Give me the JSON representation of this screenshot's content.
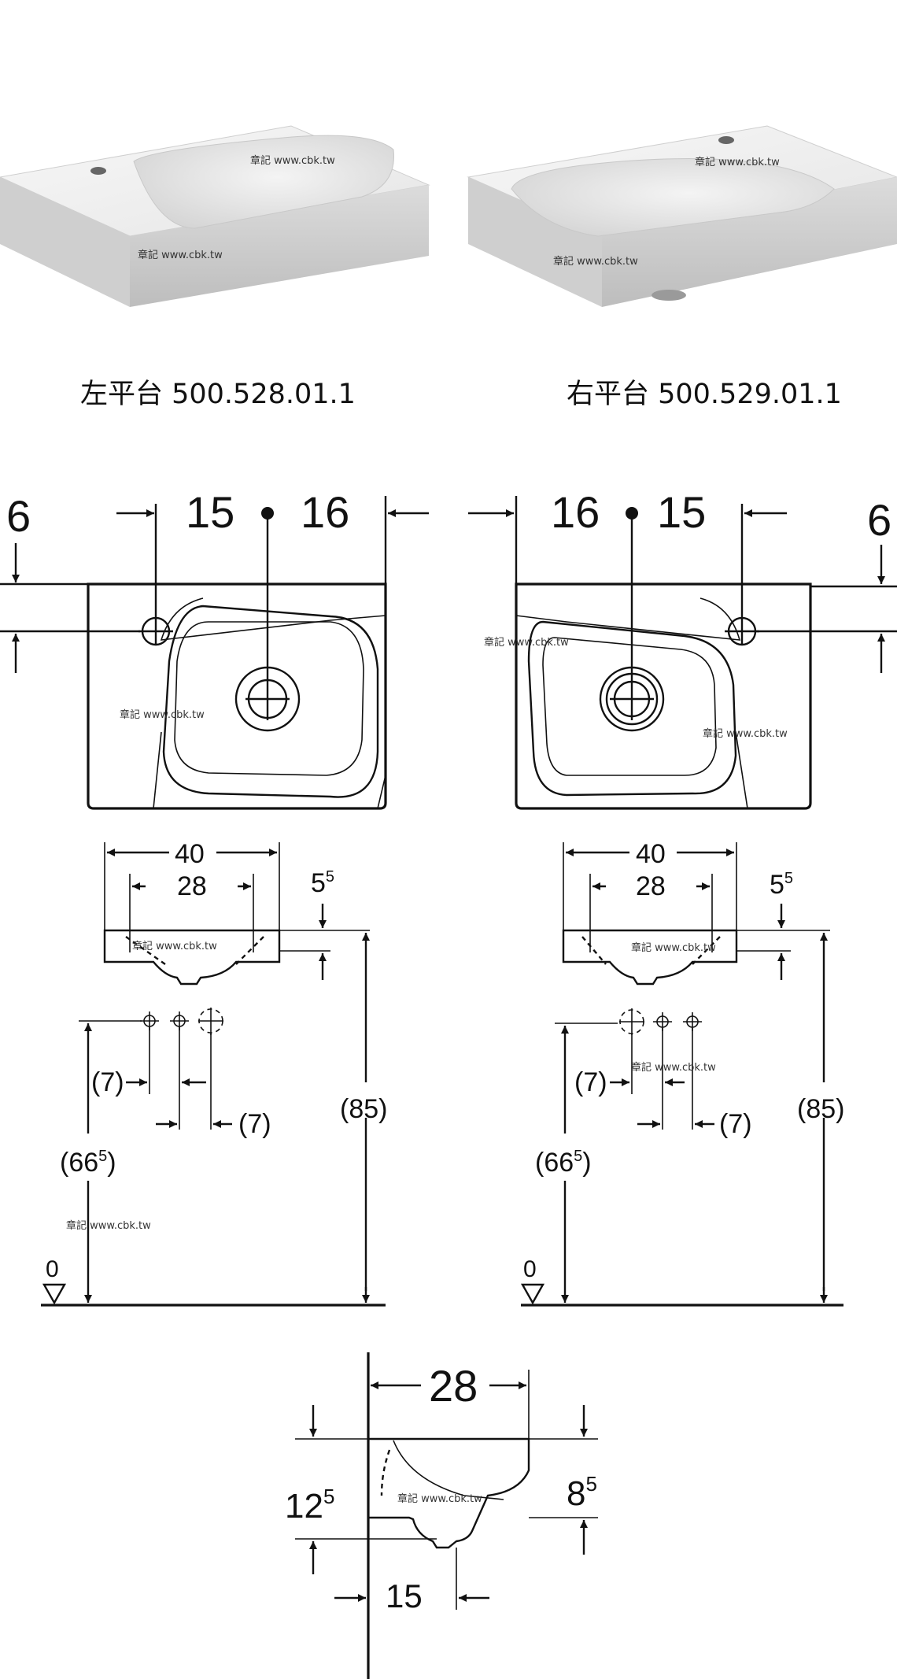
{
  "watermark": "章記 www.cbk.tw",
  "captions": {
    "left": "左平台 500.528.01.1",
    "right": "右平台 500.529.01.1"
  },
  "plan_left": {
    "d_edge": "6",
    "d_a": "15",
    "d_b": "16"
  },
  "plan_right": {
    "d_a": "16",
    "d_b": "15",
    "d_edge": "6"
  },
  "front": {
    "width": "40",
    "inner": "28",
    "rim_main": "5",
    "rim_sup": "5",
    "offset_a": "(7)",
    "offset_b": "(7)",
    "outlet_main": "(66",
    "outlet_sup": "5",
    "outlet_close": ")",
    "height": "(85)",
    "floor": "0"
  },
  "side": {
    "depth": "28",
    "total_main": "12",
    "total_sup": "5",
    "basin_main": "8",
    "basin_sup": "5",
    "outlet": "15"
  }
}
